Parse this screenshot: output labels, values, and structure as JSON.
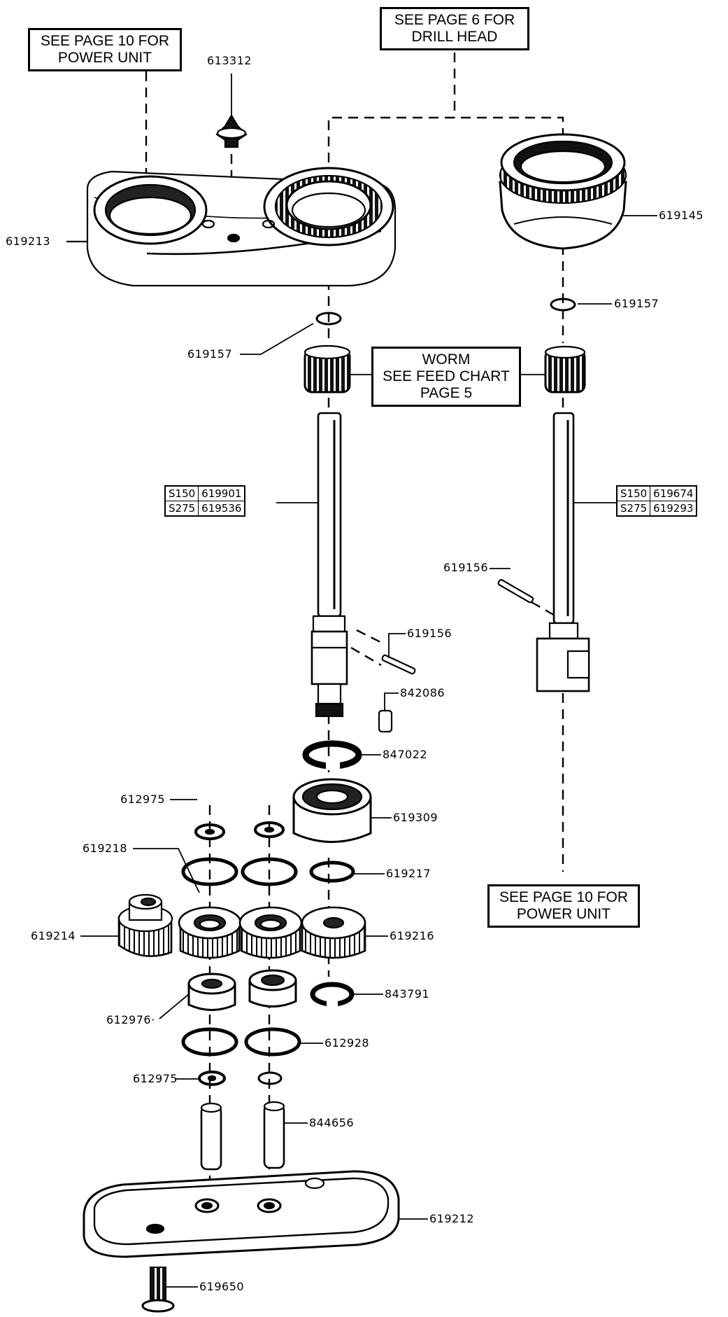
{
  "callouts": {
    "power_unit_top": [
      "SEE PAGE 10 FOR",
      "POWER UNIT"
    ],
    "drill_head": [
      "SEE PAGE 6 FOR",
      "DRILL HEAD"
    ],
    "worm": [
      "WORM",
      "SEE FEED CHART",
      "PAGE 5"
    ],
    "power_unit_bottom": [
      "SEE PAGE 10 FOR",
      "POWER UNIT"
    ]
  },
  "spindle_left": {
    "rows": [
      {
        "model": "S150",
        "part": "619901"
      },
      {
        "model": "S275",
        "part": "619536"
      }
    ]
  },
  "spindle_right": {
    "rows": [
      {
        "model": "S150",
        "part": "619674"
      },
      {
        "model": "S275",
        "part": "619293"
      }
    ]
  },
  "part_numbers": {
    "p613312": "613312",
    "p619213": "619213",
    "p619145": "619145",
    "p619157_left": "619157",
    "p619157_right": "619157",
    "p619156_right": "619156",
    "p619156_left": "619156",
    "p842086": "842086",
    "p847022": "847022",
    "p612975_top": "612975",
    "p619309": "619309",
    "p619218": "619218",
    "p619217": "619217",
    "p619214": "619214",
    "p619216": "619216",
    "p843791": "843791",
    "p612976": "612976·",
    "p612928": "612928",
    "p612975_bottom": "612975",
    "p844656": "844656",
    "p619212": "619212",
    "p619650": "619650"
  }
}
